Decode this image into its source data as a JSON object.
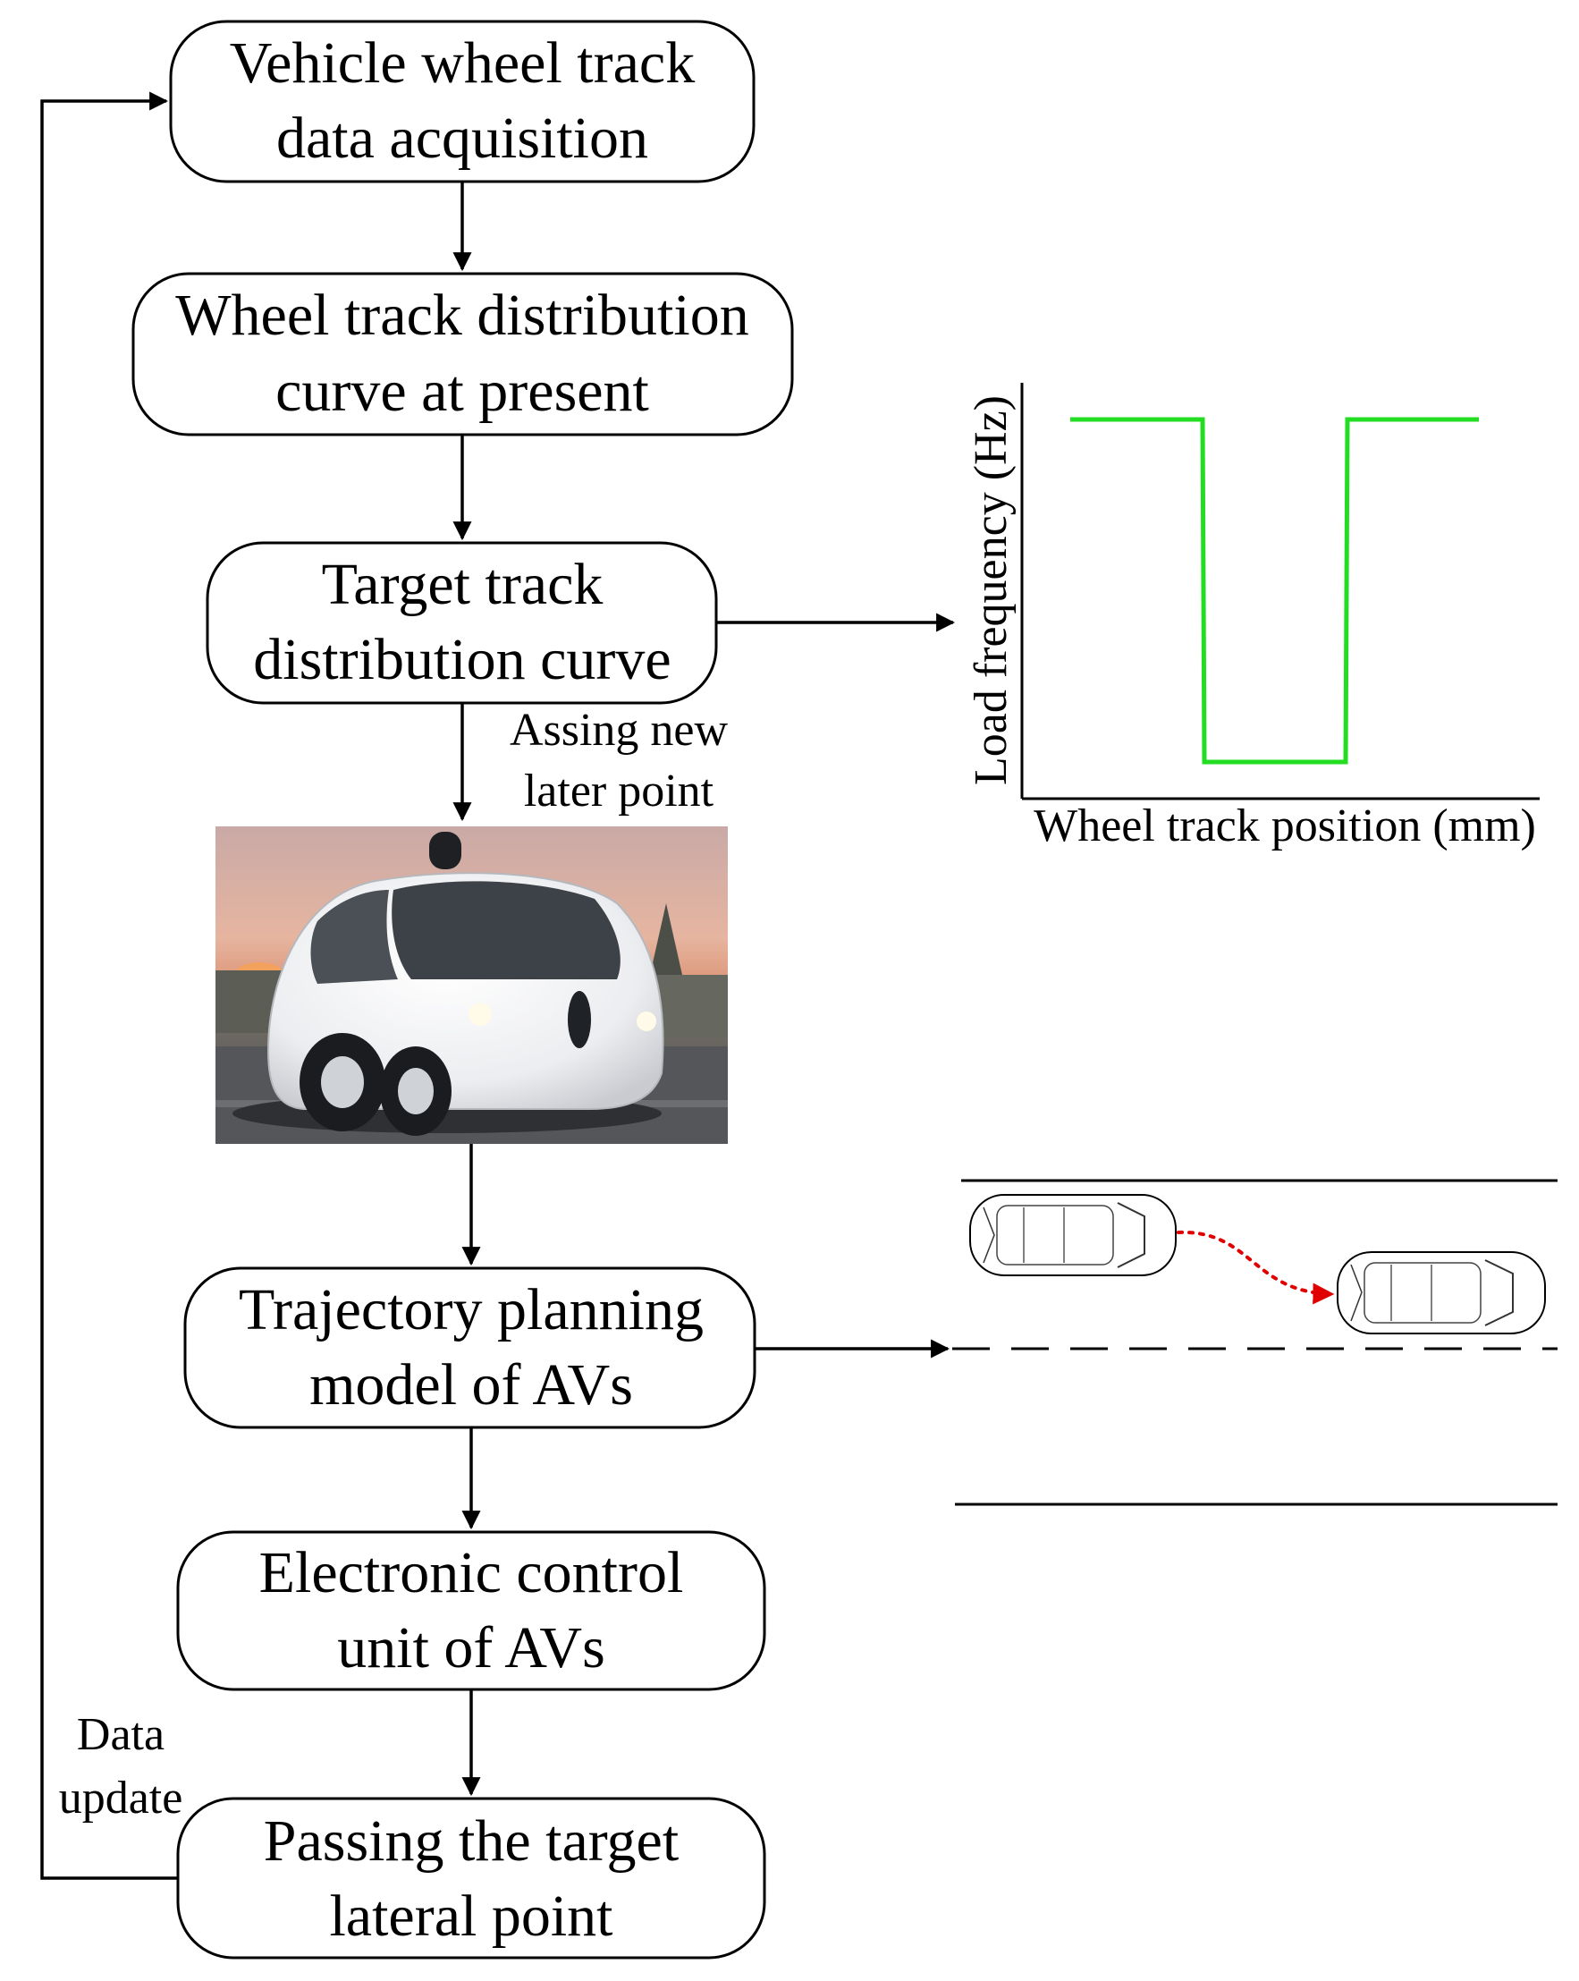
{
  "flow": {
    "steps": [
      {
        "line1": "Vehicle wheel track",
        "line2": "data acquisition"
      },
      {
        "line1": "Wheel track distribution",
        "line2": "curve at present"
      },
      {
        "line1": "Target track",
        "line2": "distribution curve"
      },
      {
        "line1": "Trajectory planning",
        "line2": "model of AVs"
      },
      {
        "line1": "Electronic control",
        "line2": "unit of AVs"
      },
      {
        "line1": "Passing the target",
        "line2": "lateral point"
      }
    ],
    "assign_label": {
      "line1": "Assing new",
      "line2": "later point"
    },
    "update_label": {
      "line1": "Data",
      "line2": "update"
    }
  },
  "load_plot": {
    "ylabel": "Load frequency (Hz)",
    "xlabel": "Wheel track position (mm)",
    "line_color": "#22dd22"
  },
  "lane": {
    "trajectory_color": "#e00000"
  },
  "photo": {
    "subject": "autonomous-vehicle-photo"
  }
}
